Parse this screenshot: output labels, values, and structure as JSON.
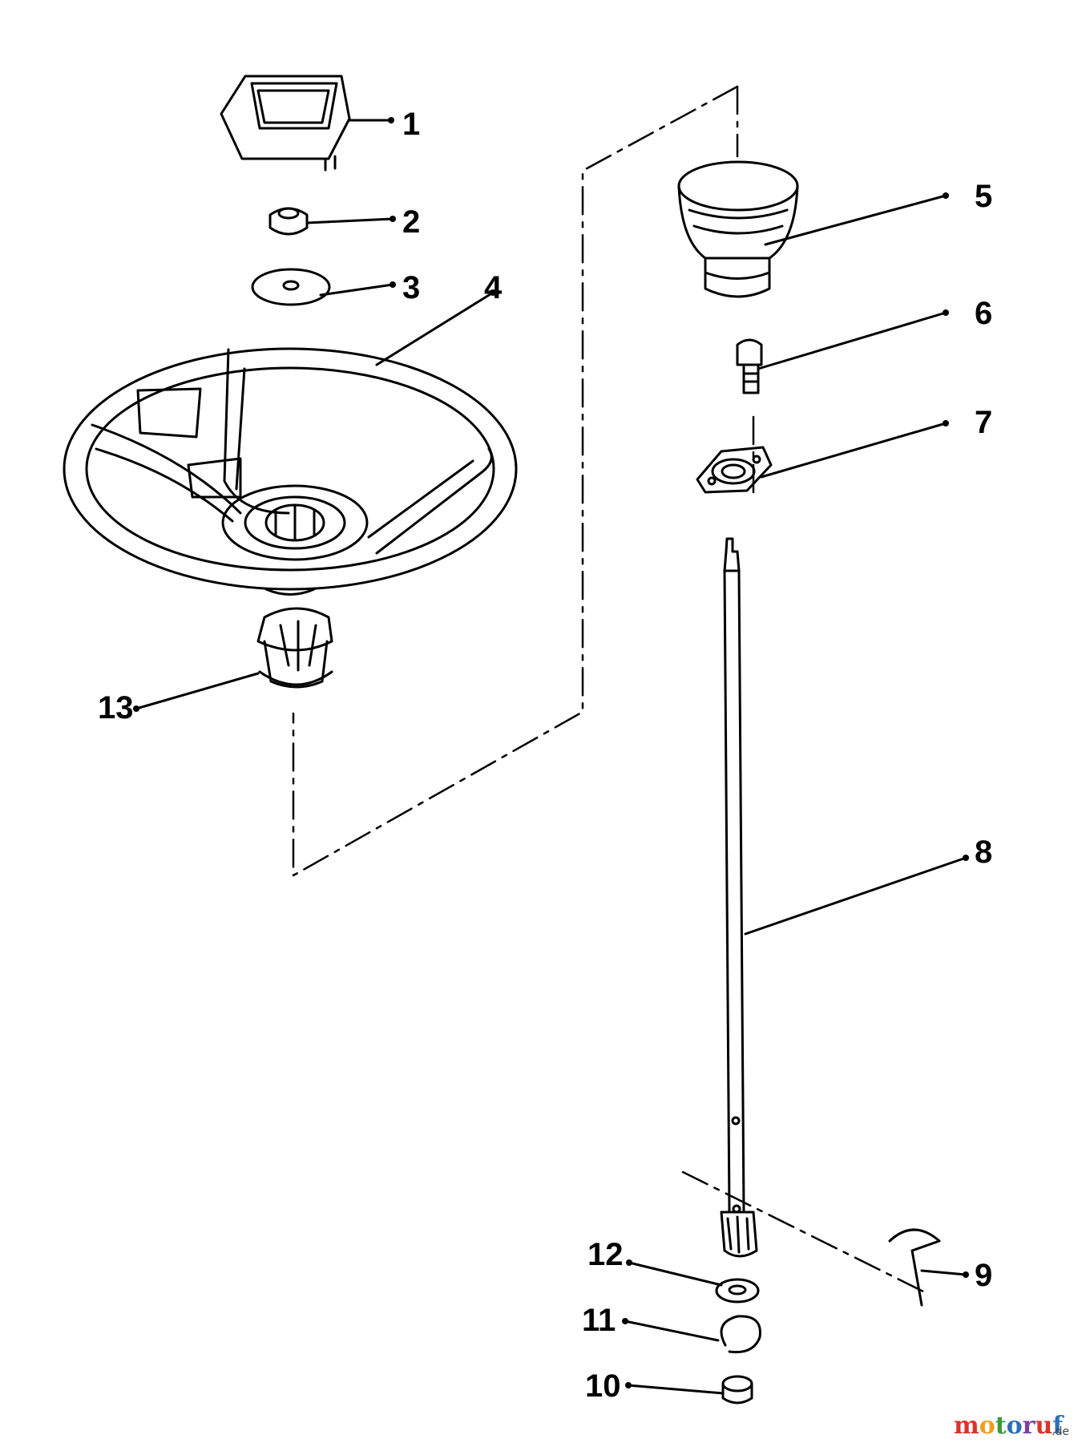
{
  "diagram": {
    "callouts": {
      "c1": "1",
      "c2": "2",
      "c3": "3",
      "c4": "4",
      "c5": "5",
      "c6": "6",
      "c7": "7",
      "c8": "8",
      "c9": "9",
      "c10": "10",
      "c11": "11",
      "c12": "12",
      "c13": "13"
    },
    "parts": [
      "steering-wheel-cap",
      "nut",
      "washer",
      "steering-wheel",
      "bushing",
      "bolt",
      "flange-bearing",
      "steering-shaft",
      "hairpin-clip",
      "cap",
      "retaining-ring",
      "flat-washer",
      "steering-adapter"
    ]
  },
  "watermark": {
    "text_main": "motoruf",
    "text_suffix": ".de",
    "colors": [
      "#d9342b",
      "#f29d1a",
      "#3a9a3a",
      "#2c6fb7",
      "#7a3fa0",
      "#d9342b",
      "#2c6fb7"
    ]
  }
}
